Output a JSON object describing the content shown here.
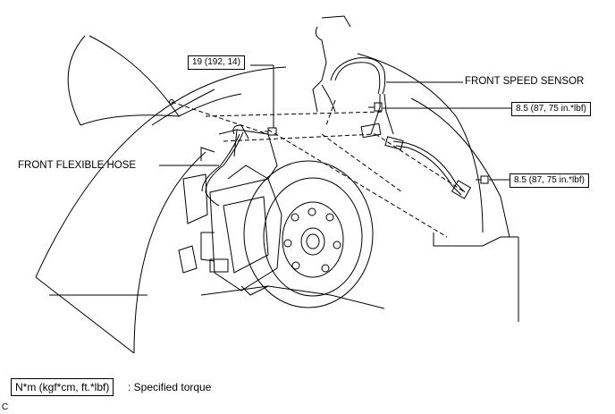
{
  "labels": {
    "front_speed_sensor": "FRONT SPEED SENSOR",
    "front_flexible_hose": "FRONT FLEXIBLE HOSE"
  },
  "torque_specs": {
    "bracket_bolt": "19 (192, 14)",
    "sensor_bolt_upper": "8.5 (87, 75 in.*lbf)",
    "sensor_bolt_lower": "8.5 (87, 75 in.*lbf)"
  },
  "legend": {
    "units": "N*m (kgf*cm, ft.*lbf)",
    "description": ": Specified torque"
  },
  "corner_mark": "C"
}
